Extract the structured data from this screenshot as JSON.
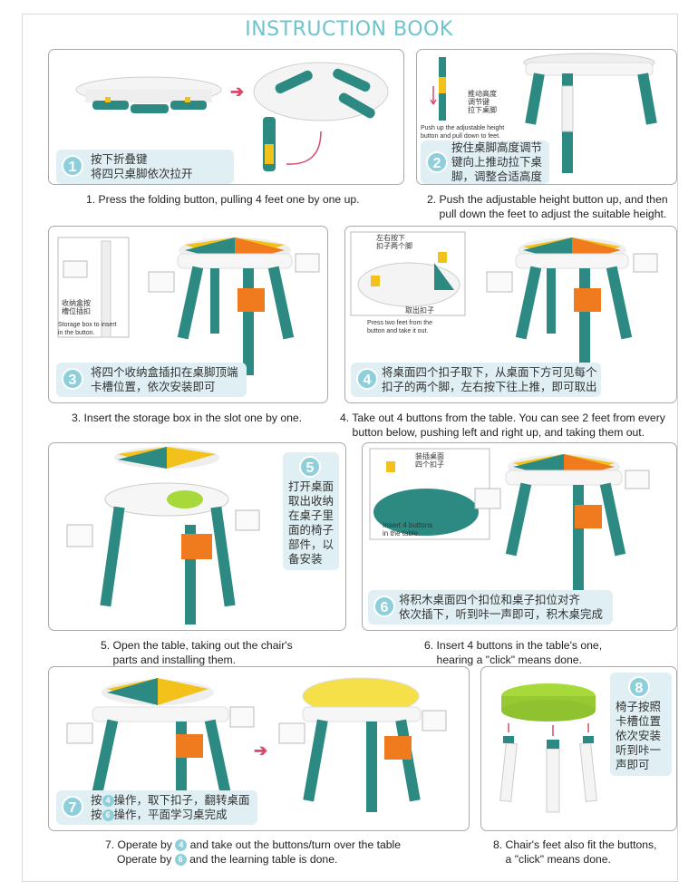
{
  "title": "INSTRUCTION BOOK",
  "steps": [
    {
      "num": "1",
      "cn": "按下折叠键\n将四只桌脚依次拉开",
      "caption": "1. Press the folding button, pulling 4 feet one by one up."
    },
    {
      "num": "2",
      "cn": "按住桌脚高度调节\n键向上推动拉下桌\n脚，调整合适高度",
      "caption": "2. Push the adjustable height button up, and then\n    pull down the feet to adjust the suitable height.",
      "callout_cn": "推动高度\n调节键\n拉下桌脚",
      "callout_en": "Push up the adjustable height\nbutton and pull down to feet."
    },
    {
      "num": "3",
      "cn": "将四个收纳盒插扣在桌脚顶端\n卡槽位置，依次安装即可",
      "caption": "3. Insert the storage box in the slot one by one.",
      "callout_cn": "收纳盒按\n槽位插扣",
      "callout_en": "Storage box to insert\nin the button."
    },
    {
      "num": "4",
      "cn": "将桌面四个扣子取下，从桌面下方可见每个\n扣子的两个脚，左右按下往上推，即可取出",
      "caption": "4. Take out 4 buttons from the table. You can see 2 feet from every\n    button below, pushing left and right up, and taking them out.",
      "callout_cn1": "左右按下\n扣子两个脚",
      "callout_cn2": "取出扣子",
      "callout_en": "Press two feet from the\nbutton and take it out."
    },
    {
      "num": "5",
      "cn": "打开桌面\n取出收纳\n在桌子里\n面的椅子\n部件，以\n备安装",
      "caption": "5. Open the table, taking out the chair's\n    parts and installing them."
    },
    {
      "num": "6",
      "cn": "将积木桌面四个扣位和桌子扣位对齐\n依次插下，听到咔一声即可，积木桌完成",
      "caption": "6. Insert 4 buttons in the table's one,\n    hearing a \"click\" means done.",
      "callout_cn": "装插桌面\n四个扣子",
      "callout_en": "Insert 4 buttons\nin the table."
    },
    {
      "num": "7",
      "cn_line1_pre": "按",
      "cn_line1_num": "4",
      "cn_line1_post": "操作，取下扣子，翻转桌面",
      "cn_line2_pre": "按",
      "cn_line2_num": "6",
      "cn_line2_post": "操作，平面学习桌完成",
      "caption_line1_pre": "7. Operate by",
      "caption_line1_num": "4",
      "caption_line1_post": "and take out the buttons/turn over the table",
      "caption_line2_pre": "Operate by",
      "caption_line2_num": "6",
      "caption_line2_post": "and the learning table is done."
    },
    {
      "num": "8",
      "cn": "椅子按照\n卡槽位置\n依次安装\n听到咔一\n声即可",
      "caption": "8. Chair's feet also fit the buttons,\n    a \"click\" means done."
    }
  ],
  "colors": {
    "teal": "#1f6f6a",
    "accent": "#6fc3cc",
    "box_bg": "#dfeff3",
    "orange": "#f07a1e",
    "yellow": "#f3c21a",
    "lime": "#a8d93a",
    "arrow": "#d9486b"
  }
}
